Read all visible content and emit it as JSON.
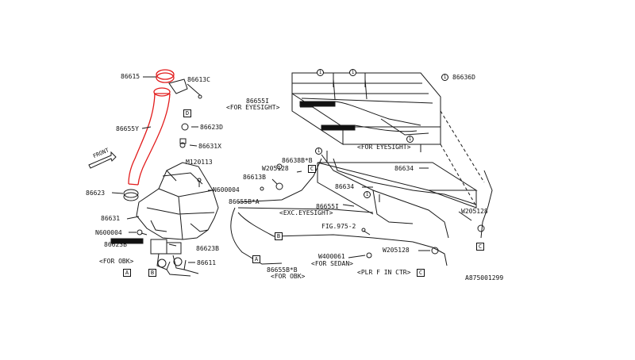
{
  "colors": {
    "highlight": "#e21b1b",
    "line": "#1a1a1a"
  },
  "labels": {
    "p86615": "86615",
    "p86613C": "86613C",
    "p86655Y": "86655Y",
    "p86623D": "86623D",
    "p86631X": "86631X",
    "pM120113": "M120113",
    "pN600004a": "N600004",
    "p86623": "86623",
    "p86631": "86631",
    "pN600004b": "N600004",
    "p86623B": "86623B",
    "p86623B2": "86623B",
    "pForObk1": "<FOR OBK>",
    "p86611": "86611",
    "p86655I": "86655I",
    "pForEyesight1": "<FOR EYESIGHT>",
    "pForEyesight2": "<FOR EYESIGHT>",
    "p86636D": "86636D",
    "p86638BB": "86638B*B",
    "pW205128a": "W205128",
    "p86613B": "86613B",
    "p86655BA": "86655B*A",
    "p86634a": "86634",
    "p86634b": "86634",
    "p86655Ia": "86655I",
    "pExcEyesight": "<EXC.EYESIGHT>",
    "pW205128b": "W205128",
    "pFig9752": "FIG.975-2",
    "pW400061": "W400061",
    "pForSedan": "<FOR SEDAN>",
    "pW205128c": "W205128",
    "pPlrF": "<PLR F IN CTR>",
    "p86655BB": "86655B*B",
    "pForObk2": "<FOR OBK>",
    "pFront": "FRONT",
    "pRef": "A875001299"
  },
  "callouts": {
    "A": "A",
    "B": "B",
    "C": "C",
    "D": "D",
    "one": "1"
  }
}
